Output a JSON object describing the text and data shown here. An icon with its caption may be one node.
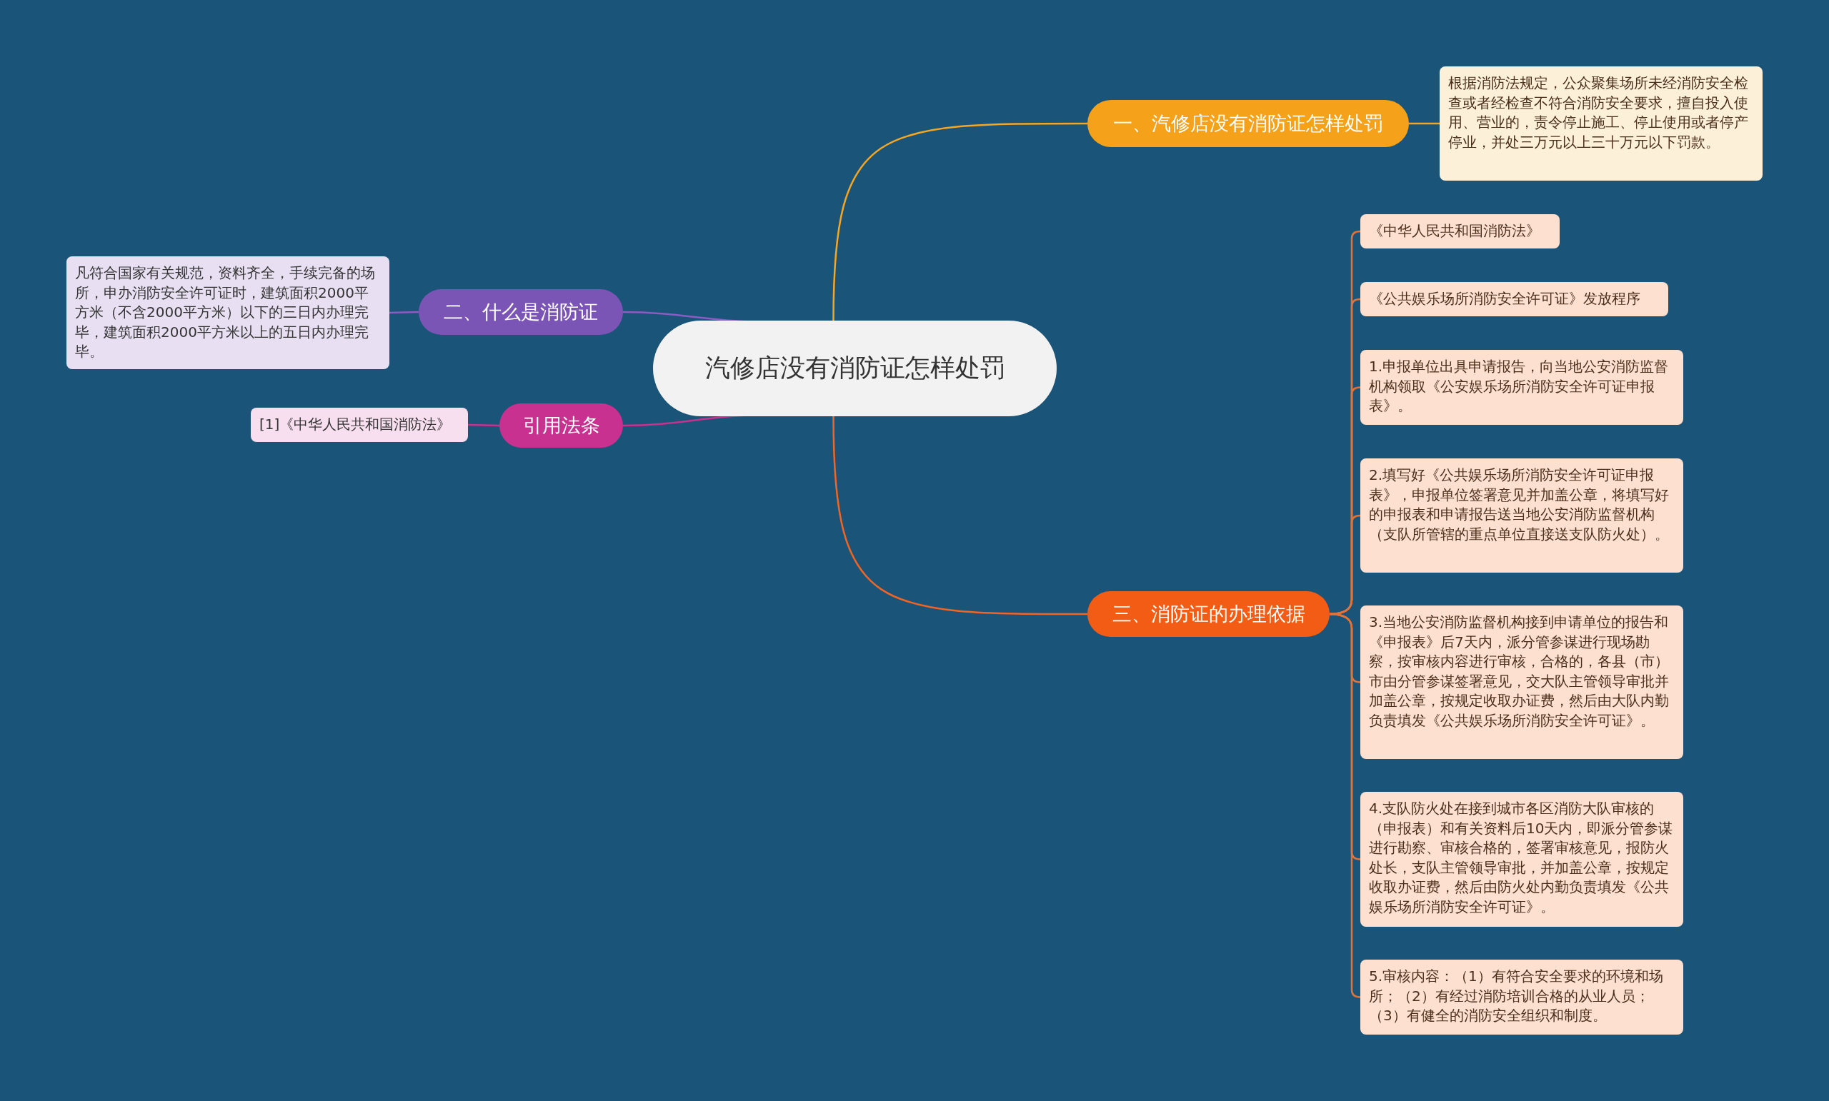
{
  "diagram": {
    "nodes": [
      {
        "text": [
          "汽修店没有消防证怎样处罚"
        ]
      },
      {
        "text": [
          "一、汽修店没有消防证怎样处罚"
        ]
      },
      {
        "text": [
          "根据消防法规定，公众聚集场所未经消防安全检查或者经检查不符合消防安全要求，擅自投入使用、营业的，责令停止施工、停止使用或者停产停业，并处三万元以上三十万元以下罚款。"
        ]
      },
      {
        "text": [
          "二、什么是消防证"
        ]
      },
      {
        "text": [
          "凡符合国家有关规范，资料齐全，手续完备的场所，申办消防安全许可证时，建筑面积2000平方米（不含2000平方米）以下的三日内办理完毕，建筑面积2000平方米以上的五日内办理完毕。"
        ]
      },
      {
        "text": [
          "引用法条"
        ]
      },
      {
        "text": [
          "[1]《中华人民共和国消防法》"
        ]
      },
      {
        "text": [
          "三、消防证的办理依据"
        ]
      },
      {
        "text": [
          "《中华人民共和国消防法》"
        ]
      },
      {
        "text": [
          "《公共娱乐场所消防安全许可证》发放程序"
        ]
      },
      {
        "text": [
          "1.申报单位出具申请报告，向当地公安消防监督机构领取《公安娱乐场所消防安全许可证申报表》。"
        ]
      },
      {
        "text": [
          "2.填写好《公共娱乐场所消防安全许可证申报表》，申报单位签署意见并加盖公章，将填写好的申报表和申请报告送当地公安消防监督机构（支队所管辖的重点单位直接送支队防火处）。"
        ]
      },
      {
        "text": [
          "3.当地公安消防监督机构接到申请单位的报告和《申报表》后7天内，派分管参谋进行现场勘察，按审核内容进行审核，合格的，各县（市）市由分管参谋签署意见，交大队主管领导审批并加盖公章，按规定收取办证费，然后由大队内勤负责填发《公共娱乐场所消防安全许可证》。"
        ]
      },
      {
        "text": [
          "4.支队防火处在接到城市各区消防大队审核的（申报表）和有关资料后10天内，即派分管参谋进行勘察、审核合格的，签署审核意见，报防火处长，支队主管领导审批，并加盖公章，按规定收取办证费，然后由防火处内勤负责填发《公共娱乐场所消防安全许可证》。"
        ]
      },
      {
        "text": [
          "5.审核内容：（1）有符合安全要求的环境和场所；（2）有经过消防培训合格的从业人员；（3）有健全的消防安全组织和制度。"
        ]
      }
    ],
    "edges": [
      {
        "from": 0,
        "to": 1,
        "arrow": "none",
        "color": "#f5a623"
      },
      {
        "from": 1,
        "to": 2,
        "arrow": "none",
        "color": "#f5a623"
      },
      {
        "from": 0,
        "to": 3,
        "arrow": "none",
        "color": "#8a5cc4"
      },
      {
        "from": 3,
        "to": 4,
        "arrow": "none",
        "color": "#8a5cc4"
      },
      {
        "from": 0,
        "to": 5,
        "arrow": "none",
        "color": "#c8328f"
      },
      {
        "from": 5,
        "to": 6,
        "arrow": "none",
        "color": "#c8328f"
      },
      {
        "from": 0,
        "to": 7,
        "arrow": "none",
        "color": "#f26522"
      },
      {
        "from": 7,
        "to": 8,
        "arrow": "none",
        "color": "#e0733a"
      },
      {
        "from": 7,
        "to": 9,
        "arrow": "none",
        "color": "#e0733a"
      },
      {
        "from": 7,
        "to": 10,
        "arrow": "none",
        "color": "#e0733a"
      },
      {
        "from": 7,
        "to": 11,
        "arrow": "none",
        "color": "#e0733a"
      },
      {
        "from": 7,
        "to": 12,
        "arrow": "none",
        "color": "#e0733a"
      },
      {
        "from": 7,
        "to": 13,
        "arrow": "none",
        "color": "#e0733a"
      },
      {
        "from": 7,
        "to": 14,
        "arrow": "none",
        "color": "#e0733a"
      }
    ]
  }
}
